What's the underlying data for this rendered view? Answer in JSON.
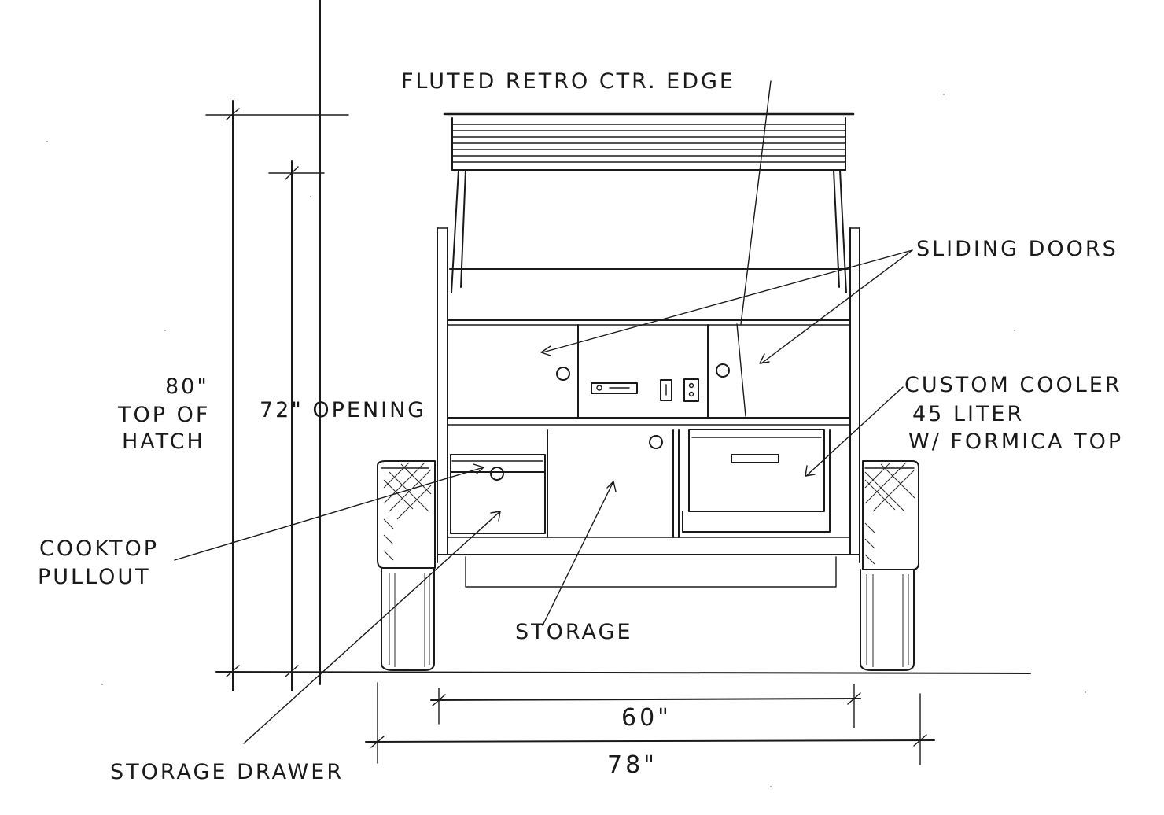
{
  "labels": {
    "fluted_edge": "FLUTED RETRO CTR. EDGE",
    "sliding_doors": "SLIDING DOORS",
    "top_of_hatch_value": "80\"",
    "top_of_hatch_line1": "TOP OF",
    "top_of_hatch_line2": "HATCH",
    "opening": "72\" OPENING",
    "custom_cooler_line1": "CUSTOM COOLER",
    "custom_cooler_line2": "45 LITER",
    "custom_cooler_line3": "W/ FORMICA TOP",
    "cooktop_line1": "COOKTOP",
    "cooktop_line2": "PULLOUT",
    "storage": "STORAGE",
    "storage_drawer": "STORAGE DRAWER",
    "dim_inner": "60\"",
    "dim_outer": "78\""
  }
}
